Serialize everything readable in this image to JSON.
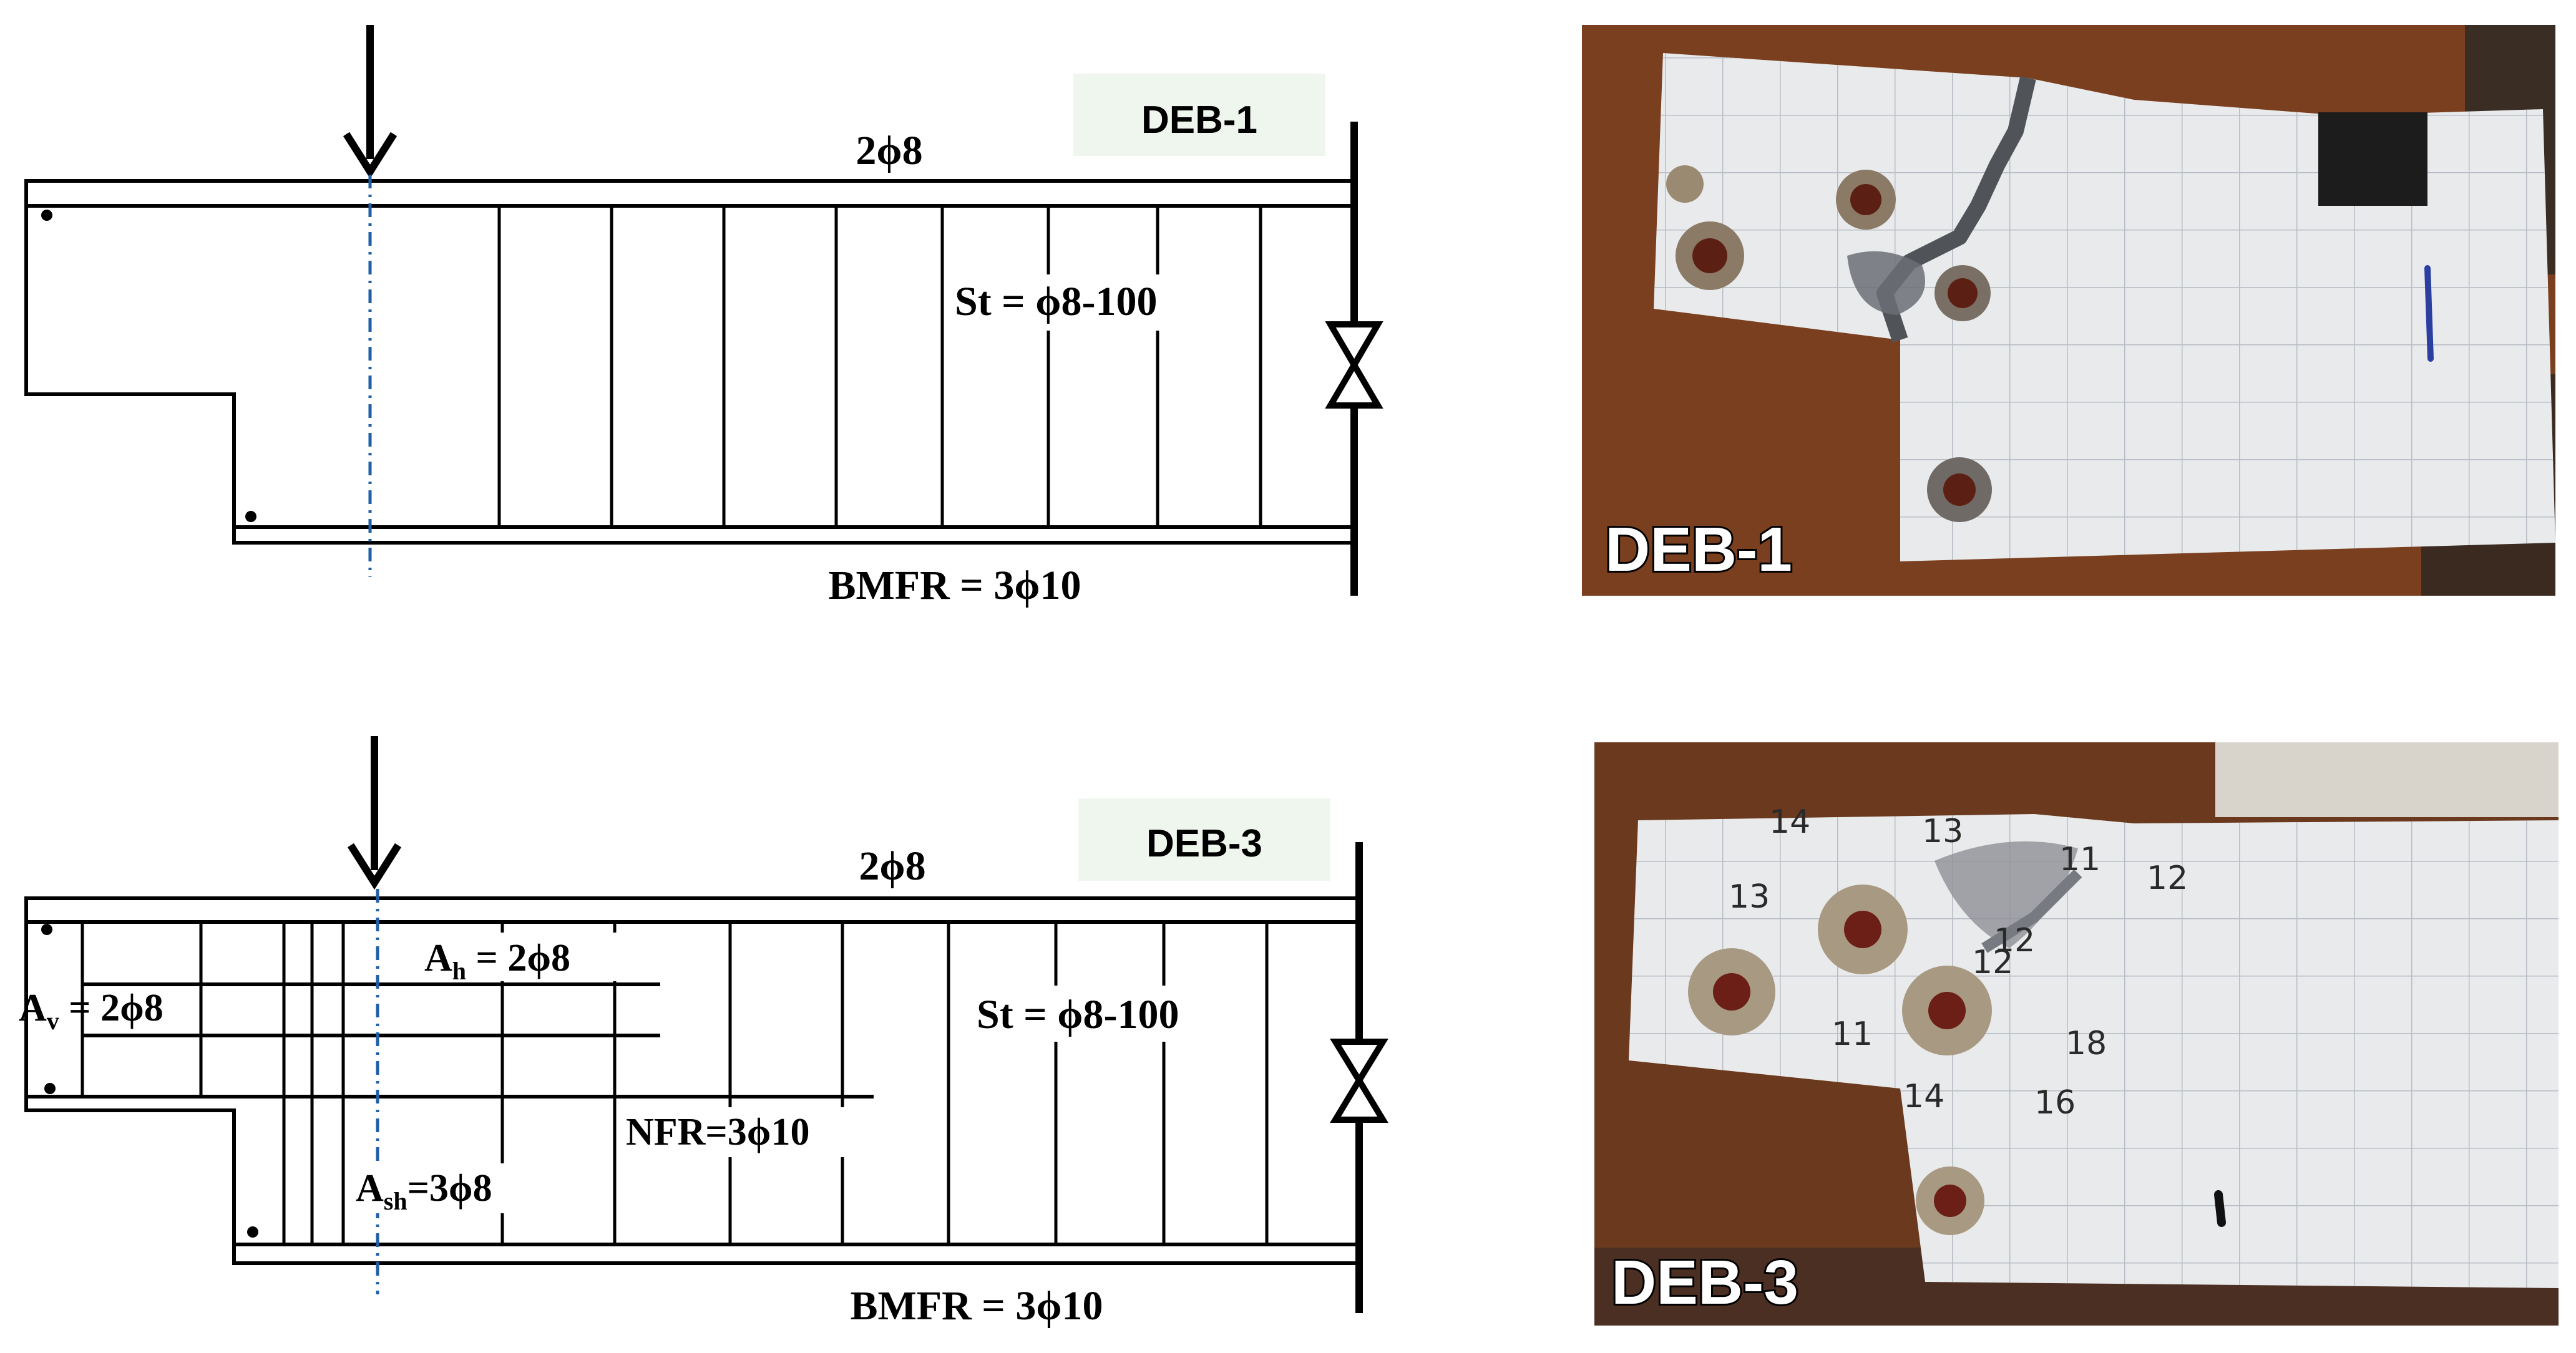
{
  "panels": {
    "deb1": {
      "tag": "DEB-1",
      "top_bars": "2ϕ8",
      "stirrups": "St = ϕ8-100",
      "bottom_bars": "BMFR = 3ϕ10",
      "photo_label": "DEB-1"
    },
    "deb3": {
      "tag": "DEB-3",
      "top_bars": "2ϕ8",
      "stirrups": "St = ϕ8-100",
      "bottom_bars": "BMFR = 3ϕ10",
      "ab_main": "A",
      "ab_sub": "h",
      "ab_value": " = 2ϕ8",
      "av_main": "A",
      "av_sub": "v",
      "av_value": " = 2ϕ8",
      "ash_main": "A",
      "ash_sub": "sh",
      "ash_value": "=3ϕ8",
      "nfr": "NFR=3ϕ10",
      "photo_label": "DEB-3",
      "crack_marks": [
        "14",
        "13",
        "13",
        "12",
        "11",
        "12",
        "12",
        "11",
        "14",
        "18",
        "16"
      ]
    }
  },
  "colors": {
    "line": "#000000",
    "centerline": "#1f5fa8",
    "tag_bg": "#eef6ee",
    "concrete": "#e9eaec",
    "background_wood": "#7a3f1e",
    "grid": "#b8bcc4",
    "marker": "#2a3fa0",
    "repair": "#6b6f76"
  }
}
